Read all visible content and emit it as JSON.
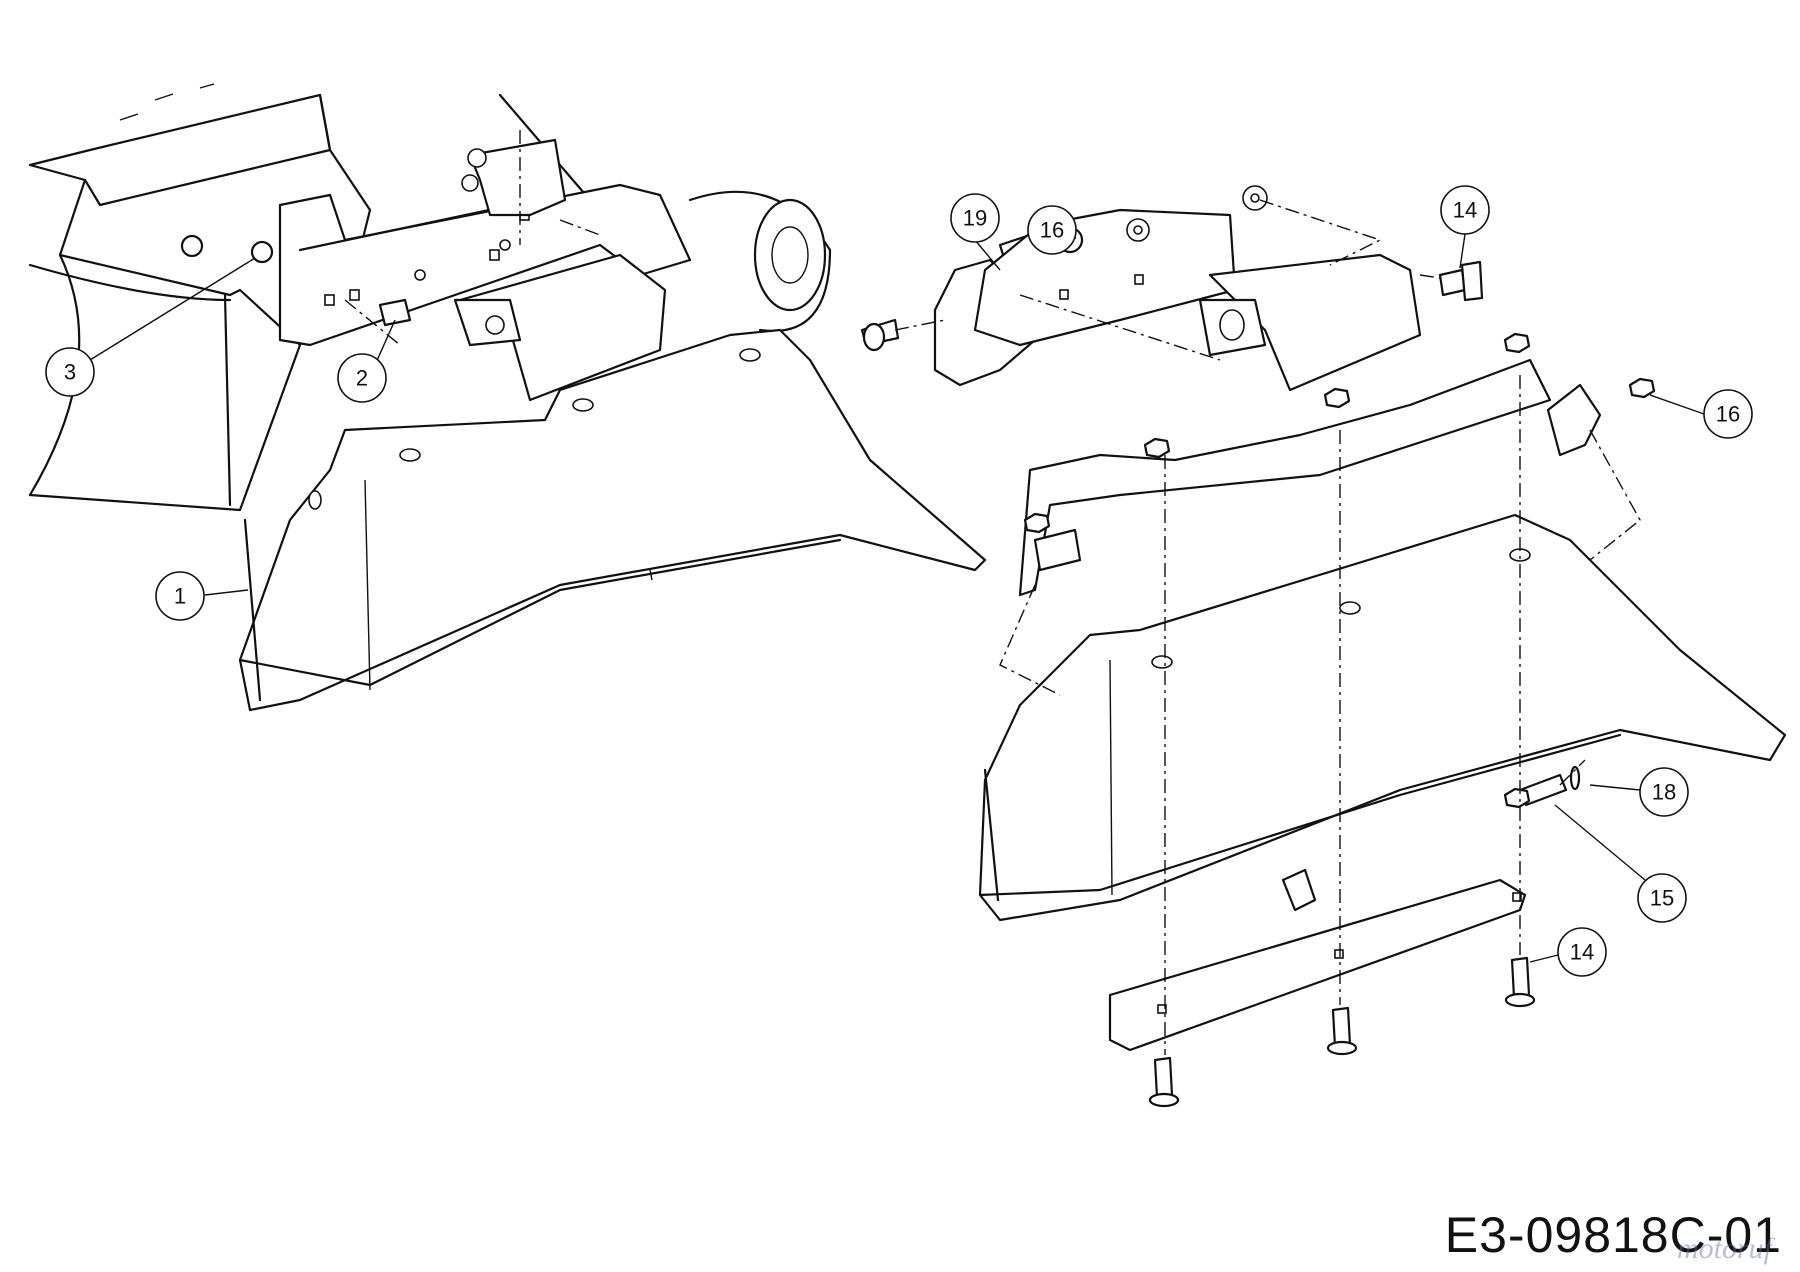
{
  "diagram": {
    "drawing_code": "E3-09818C-01",
    "watermark": "motoruf",
    "callouts": {
      "c1": "1",
      "c2": "2",
      "c3": "3",
      "c14a": "14",
      "c14b": "14",
      "c15": "15",
      "c16a": "16",
      "c16b": "16",
      "c18": "18",
      "c19": "19"
    }
  }
}
